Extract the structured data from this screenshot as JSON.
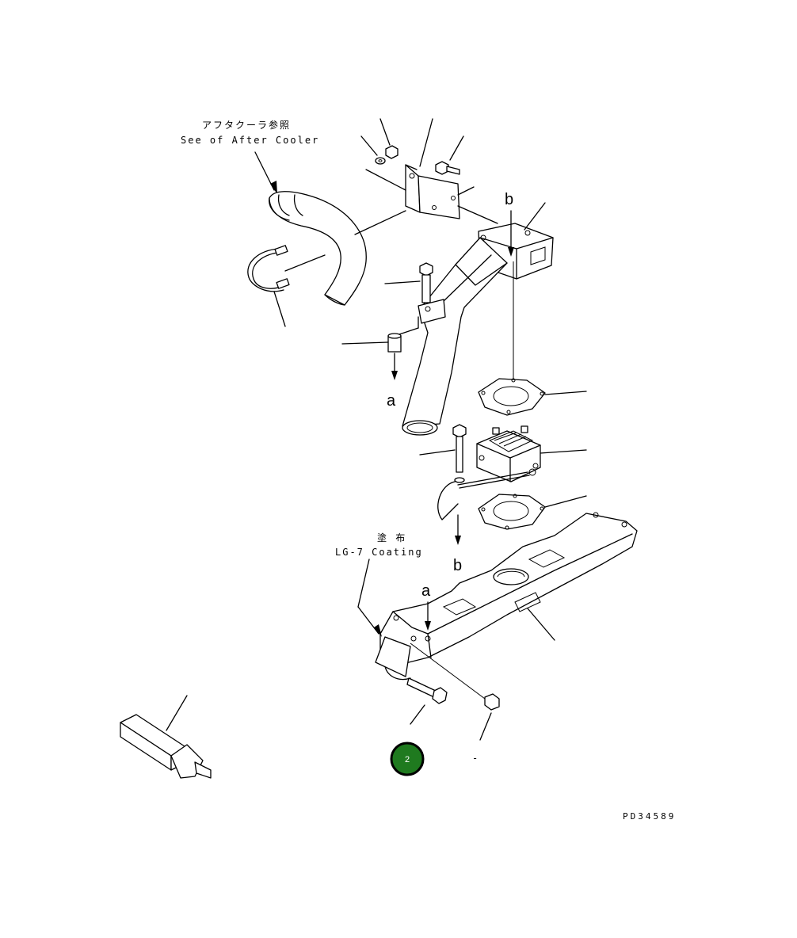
{
  "labels": {
    "aftercooler_jp": "アフタクーラ参照",
    "aftercooler_en": "See of After Cooler",
    "coating_jp": "塗 布",
    "coating_en": "LG-7 Coating",
    "ref_a_upper": "a",
    "ref_b_upper": "b",
    "ref_b_lower": "b",
    "ref_a_lower": "a",
    "drawing_code": "PD34589",
    "dash": "-"
  },
  "badge": {
    "number": "2",
    "color": "#1f7a1f"
  }
}
